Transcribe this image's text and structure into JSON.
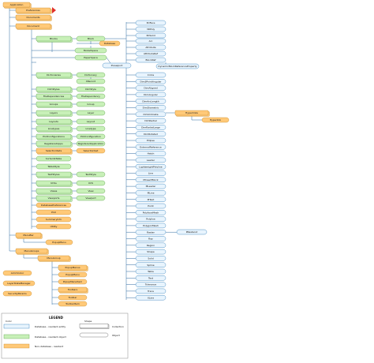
{
  "colors": {
    "blue_fill": "#e8f4fd",
    "blue_stroke": "#2a7ab8",
    "green_fill": "#c8f0b8",
    "green_stroke": "#5aa04a",
    "orange_fill": "#ffc978",
    "orange_stroke": "#c88a2a",
    "line": "#2f6aa0",
    "red_marker": "#e0302a"
  },
  "nodes": {
    "application": "Application",
    "preferences": "Preferences",
    "documents": "Documents",
    "document": "Document",
    "blocks": "Blocks",
    "block": "Block",
    "database": "Database",
    "modelspace": "ModelSpace",
    "paperspace": "PaperSpace",
    "pviewport": "Pviewport",
    "dictionaries": "Dictionaries",
    "dictionary": "Dictionary",
    "xrecord": "XRecord",
    "dimstyles": "DimStyles",
    "dimstyle": "DimStyle",
    "filedependencies": "FileDependencies",
    "filedependency": "FileDependency",
    "groups": "Groups",
    "group": "Group",
    "layers": "Layers",
    "layer": "Layer",
    "layouts": "Layouts",
    "layout": "Layout",
    "linetypes": "Linetypes",
    "linetype": "Linetype",
    "plotconfigurations": "PlotConfigurations",
    "plotconfiguration": "PlotConfiguration",
    "registeredapps": "RegisteredApps",
    "registeredapplication": "RegisteredApplication",
    "selectionsets": "SelectionSets",
    "selectionset": "SelectionSet",
    "sortentstable": "SortentsTable",
    "tablestyle": "TableStyle",
    "textstyles": "TextStyles",
    "textstyle": "TextStyle",
    "ucss": "UCSs",
    "ucs": "UCS",
    "views": "Views",
    "view": "View",
    "viewports": "Viewports",
    "viewport": "Viewport",
    "databasepreferences": "DatabasePreferences",
    "plot": "Plot",
    "summaryinfo": "SummaryInfo",
    "utility": "Utility",
    "menubar": "MenuBar",
    "popupmenu": "PopupMenu",
    "menugroups": "MenuGroups",
    "menugroup": "MenuGroup",
    "popupmenus": "PopupMenus",
    "popupmenu2": "PopupMenu",
    "popupmenuitem": "PopupMenuItem",
    "toolbars": "Toolbars",
    "toolbar": "Toolbar",
    "toolbaritem": "ToolbarItem",
    "acadcolor": "AcCmColor",
    "layerstatemanager": "LayerStateManager",
    "securityparams": "SecurityParams",
    "face3d": "3DFace",
    "poly3d": "3DPoly",
    "solid3d": "3DSolid",
    "arc": "Arc",
    "attribute": "Attribute",
    "attributeref": "AttributeRef",
    "blockref": "BlockRef",
    "dynamicblockrefprop": "DynamicBlockReferenceProperty",
    "circle": "Circle",
    "dim3pointangular": "Dim3PointAngular",
    "dimaligned": "DimAligned",
    "dimangular": "DimAngular",
    "dimarclength": "DimArcLength",
    "dimdiametric": "DimDiametric",
    "dimordinate": "DimOrdinate",
    "dimradial": "DimRadial",
    "dimradiallarge": "DimRadialLarge",
    "dimrotated": "DimRotated",
    "ellipse": "Ellipse",
    "externalreference": "ExternalReference",
    "hatch": "Hatch",
    "leader": "Leader",
    "lightweightpolyline": "LightweightPolyline",
    "line": "Line",
    "minsertblock": "MInsertBlock",
    "mleader": "MLeader",
    "mline": "MLine",
    "mtext": "MText",
    "point": "Point",
    "polyfacemesh": "PolyfaceMesh",
    "polyline": "Polyline",
    "polygonmesh": "PolygonMesh",
    "raster": "Raster",
    "ray": "Ray",
    "region": "Region",
    "shape": "Shape",
    "solid": "Solid",
    "spline": "Spline",
    "table": "Table",
    "text": "Text",
    "tolerance": "Tolerance",
    "trace": "Trace",
    "xline": "XLine",
    "hyperlinks": "Hyperlinks",
    "hyperlink": "Hyperlink",
    "pfilename": "PRasterut"
  },
  "legend": {
    "title": "LEGEND",
    "color_header": "Color",
    "shape_header": "Shape",
    "resident_entity": "Database - resident entity",
    "resident_object": "Database - resident object",
    "non_resident": "Non-database - resident",
    "collection": "Collection",
    "object": "Object"
  }
}
